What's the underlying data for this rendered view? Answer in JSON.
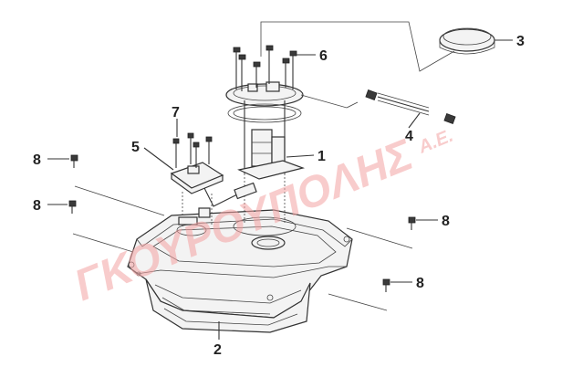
{
  "diagram": {
    "callouts": [
      {
        "id": "callout-1",
        "label": "1",
        "part": "fuel-pump-assembly"
      },
      {
        "id": "callout-2",
        "label": "2",
        "part": "fuel-tank"
      },
      {
        "id": "callout-3",
        "label": "3",
        "part": "fuel-cap"
      },
      {
        "id": "callout-4",
        "label": "4",
        "part": "fuel-hose"
      },
      {
        "id": "callout-5",
        "label": "5",
        "part": "fuel-gauge-sender"
      },
      {
        "id": "callout-6",
        "label": "6",
        "part": "pump-bolt"
      },
      {
        "id": "callout-7",
        "label": "7",
        "part": "sender-screw"
      },
      {
        "id": "callout-8a",
        "label": "8",
        "part": "tank-bolt"
      },
      {
        "id": "callout-8b",
        "label": "8",
        "part": "tank-bolt"
      },
      {
        "id": "callout-8c",
        "label": "8",
        "part": "tank-bolt"
      },
      {
        "id": "callout-8d",
        "label": "8",
        "part": "tank-bolt"
      }
    ],
    "watermark": {
      "text_main": "ΓΚΟΥΡΟΥΠΟΛΗΣ",
      "text_suffix": "Α.Ε.",
      "color": "#f4a3a3"
    }
  }
}
